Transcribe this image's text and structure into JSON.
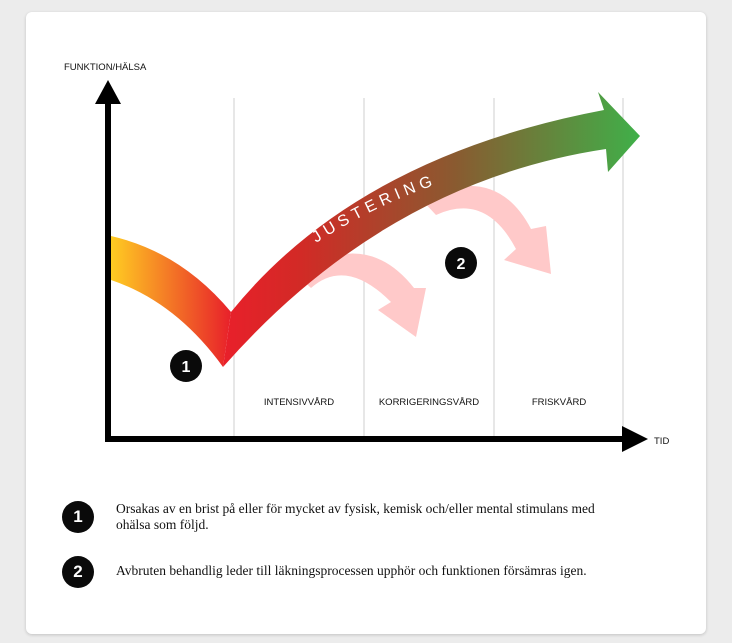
{
  "diagram": {
    "y_axis_label": "FUNKTION/HÄLSA",
    "x_axis_label": "TID",
    "phases": [
      "INTENSIVVÅRD",
      "KORRIGERINGSVÅRD",
      "FRISKVÅRD"
    ],
    "curve_label": "JUSTERING",
    "marker_1": "1",
    "marker_2": "2",
    "colors": {
      "start": "#ffcc22",
      "low": "#e8202a",
      "end": "#3fb049",
      "relapse": "#ffc9c9",
      "axis": "#000000",
      "grid": "#cfcfcf"
    }
  },
  "legend": [
    {
      "number": "1",
      "text": "Orsakas av en brist på eller för mycket av fysisk, kemisk och/eller mental stimulans med ohälsa som följd."
    },
    {
      "number": "2",
      "text": "Avbruten behandlig leder till läkningsprocessen upphör och funktionen försämras igen."
    }
  ]
}
